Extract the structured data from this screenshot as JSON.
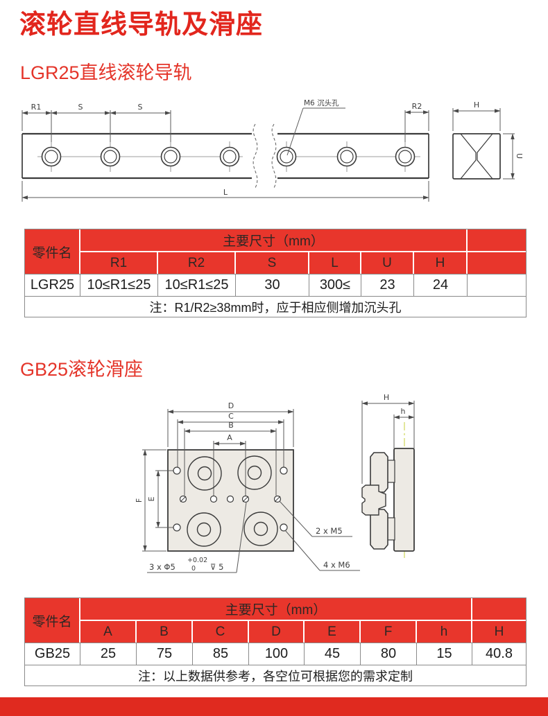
{
  "page": {
    "title": "滚轮直线导轨及滑座",
    "colors": {
      "title_red": "#e2261d",
      "section_red": "#e43429",
      "table_header_red": "#e8362c",
      "footer_red": "#e02a1f",
      "plate_fill": "#edeae4",
      "centerline_yellow": "#d3da67"
    }
  },
  "section1": {
    "title": "LGR25直线滚轮导轨",
    "drawing": {
      "r1": "R1",
      "s1": "S",
      "s2": "S",
      "m6_label": "M6 沉头孔",
      "r2": "R2",
      "l": "L",
      "h": "H",
      "u": "U"
    },
    "table": {
      "part_header": "零件名",
      "dims_header": "主要尺寸（mm）",
      "sub_headers": [
        "R1",
        "R2",
        "S",
        "L",
        "U",
        "H",
        ""
      ],
      "row_name": "LGR25",
      "row_values": [
        "10≤R1≤25",
        "10≤R1≤25",
        "30",
        "300≤",
        "23",
        "24",
        ""
      ],
      "note": "注：R1/R2≥38mm时，应于相应侧增加沉头孔"
    }
  },
  "section2": {
    "title": "GB25滚轮滑座",
    "drawing": {
      "a": "A",
      "b": "B",
      "c": "C",
      "d": "D",
      "e": "E",
      "f": "F",
      "h_big": "H",
      "h_small": "h",
      "hole_phi": "3 x Φ5",
      "tol_top": "+0.02",
      "tol_bottom": "0",
      "depth": "⊽ 5",
      "hole_m5": "2 x M5",
      "hole_m6": "4 x M6"
    },
    "table": {
      "part_header": "零件名",
      "dims_header": "主要尺寸（mm）",
      "sub_headers": [
        "A",
        "B",
        "C",
        "D",
        "E",
        "F",
        "h",
        "H"
      ],
      "row_name": "GB25",
      "row_values": [
        "25",
        "75",
        "85",
        "100",
        "45",
        "80",
        "15",
        "40.8"
      ],
      "note": "注：以上数据供参考，各空位可根据您的需求定制"
    }
  }
}
